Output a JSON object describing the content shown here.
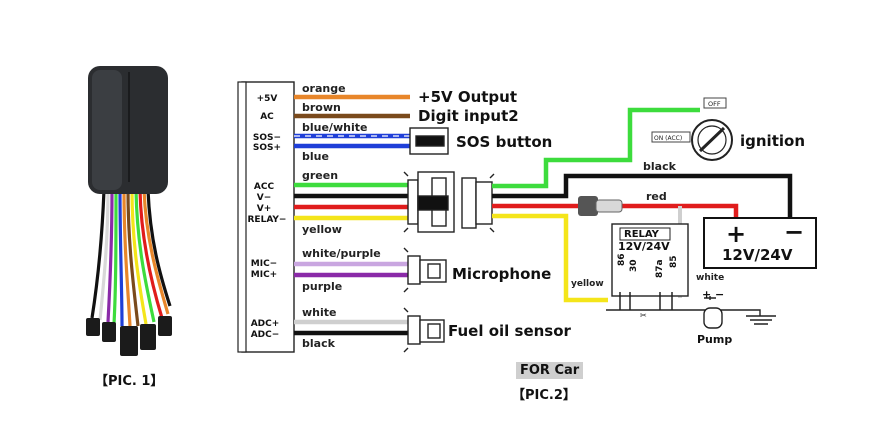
{
  "device": {
    "caption": "【PIC. 1】"
  },
  "terminal": {
    "pins": [
      "+5V",
      "AC",
      "SOS−",
      "SOS+",
      "ACC",
      "V−",
      "V+",
      "RELAY−",
      "MIC−",
      "MIC+",
      "ADC+",
      "ADC−"
    ]
  },
  "wires": {
    "orange": "orange",
    "brown": "brown",
    "blue_white": "blue/white",
    "blue": "blue",
    "green": "green",
    "yellow": "yellow",
    "white_purple": "white/purple",
    "purple": "purple",
    "white": "white",
    "black": "black"
  },
  "outputs": {
    "v5": "+5V Output",
    "digit": "Digit input2",
    "sos": "SOS button",
    "microphone": "Microphone",
    "fuel": "Fuel oil sensor"
  },
  "car": {
    "ignition": "ignition",
    "off": "OFF",
    "on_acc": "ON (ACC)",
    "black": "black",
    "red": "red",
    "battery": "12V/24V",
    "relay_title": "RELAY",
    "relay_voltage": "12V/24V",
    "pin30": "30",
    "pin86": "86",
    "pin87a": "87a",
    "pin85": "85",
    "yellow": "yellow",
    "white": "white",
    "pump": "Pump"
  },
  "captions": {
    "for_car": "FOR Car",
    "pic2": "【PIC.2】"
  },
  "colors": {
    "orange": "#e8862a",
    "brown": "#7a4a1c",
    "blue": "#1f3fd8",
    "green": "#3ddc3d",
    "yellow": "#f4e51a",
    "purple": "#8a2aa8",
    "red": "#e01c1c",
    "black": "#111111",
    "white_wire": "#cfcfcf",
    "light_purple": "#c9a6e0"
  }
}
